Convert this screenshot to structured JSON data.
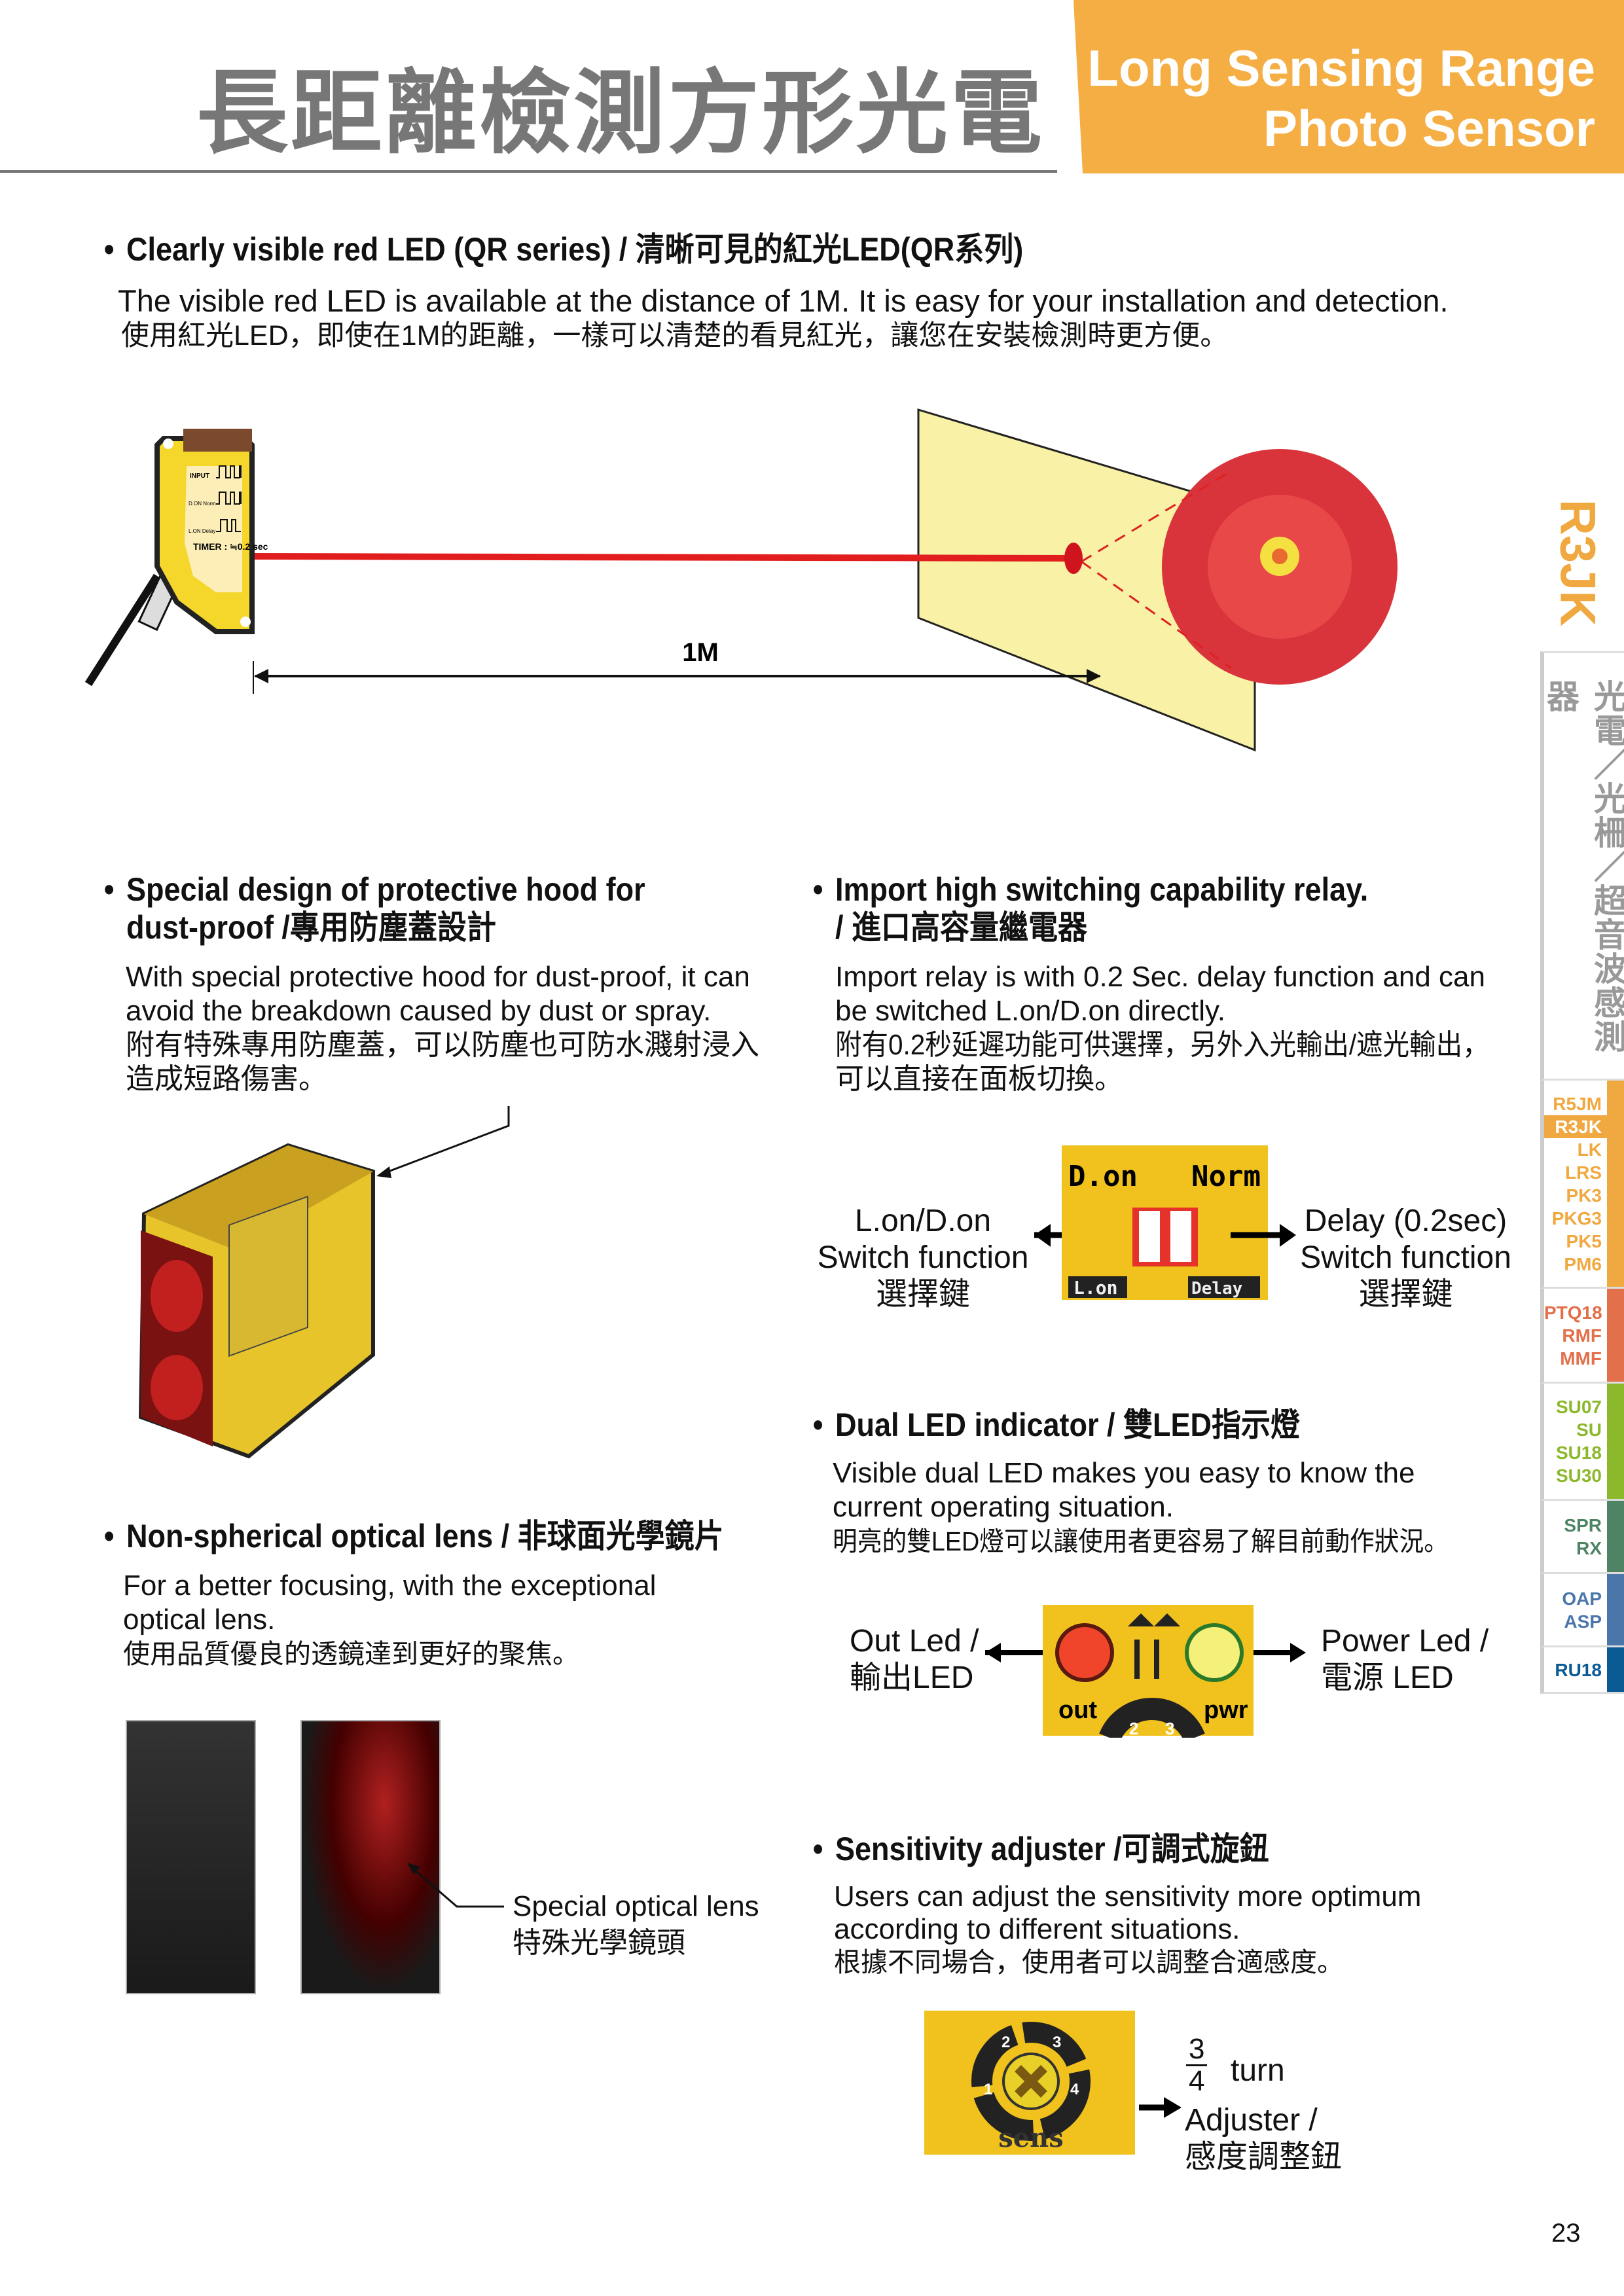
{
  "header": {
    "title_cjk": "長距離檢測方形光電",
    "title_en_line1": "Long Sensing Range",
    "title_en_line2": "Photo Sensor"
  },
  "sec1": {
    "heading": "Clearly visible red LED (QR series) / 清晰可見的紅光LED(QR系列)",
    "body_en": "The visible red LED is available at the distance of 1M. It is easy for your installation and detection.",
    "body_zh": "使用紅光LED，即使在1M的距離，一樣可以清楚的看見紅光，讓您在安裝檢測時更方便。"
  },
  "diagram": {
    "distance": "1M",
    "panel_input": "INPUT",
    "panel_don": "D.ON Norm",
    "panel_lon": "L.ON Delay",
    "panel_timer": "TIMER : ≒0.2 sec"
  },
  "sec2": {
    "heading_l1": "Special design of protective hood for",
    "heading_l2": "dust-proof /專用防塵蓋設計",
    "body_l1": "With special protective hood for dust-proof, it can",
    "body_l2": "avoid the breakdown caused by dust or spray.",
    "body_l3": "附有特殊專用防塵蓋，可以防塵也可防水濺射浸入",
    "body_l4": "造成短路傷害。"
  },
  "sec3": {
    "heading_l1": "Import high switching capability relay.",
    "heading_l2": "/ 進口高容量繼電器",
    "body_l1": "Import relay is with 0.2 Sec. delay function and can",
    "body_l2": "be switched L.on/D.on directly.",
    "body_l3": "附有0.2秒延遲功能可供選擇，另外入光輸出/遮光輸出，",
    "body_l4": "可以直接在面板切換。"
  },
  "dip": {
    "left_l1": "L.on/D.on",
    "left_l2": "Switch function",
    "left_l3": "選擇鍵",
    "right_l1": "Delay (0.2sec)",
    "right_l2": "Switch function",
    "right_l3": "選擇鍵",
    "img_don": "D.on",
    "img_norm": "Norm",
    "img_lon": "L.on",
    "img_delay": "Delay"
  },
  "sec4": {
    "heading": "Dual LED indicator / 雙LED指示燈",
    "body_l1": "Visible dual LED makes you easy to know the",
    "body_l2": "current operating situation.",
    "body_l3": "明亮的雙LED燈可以讓使用者更容易了解目前動作狀況。"
  },
  "sec5": {
    "heading": "Non-spherical optical lens / 非球面光學鏡片",
    "body_l1": "For a better focusing, with the exceptional",
    "body_l2": "optical lens.",
    "body_l3": "使用品質優良的透鏡達到更好的聚焦。",
    "lens_l1": "Special optical lens",
    "lens_l2": "特殊光學鏡頭"
  },
  "led": {
    "left_l1": "Out Led /",
    "left_l2": "輸出LED",
    "right_l1": "Power Led /",
    "right_l2": "電源 LED",
    "img_out": "out",
    "img_pwr": "pwr",
    "img_2": "2",
    "img_3": "3"
  },
  "sec6": {
    "heading": "Sensitivity adjuster /可調式旋鈕",
    "body_l1": "Users can adjust the sensitivity more optimum",
    "body_l2": "according to different situations.",
    "body_l3": "根據不同場合，使用者可以調整合適感度。"
  },
  "sens": {
    "num": "3",
    "den": "4",
    "turn": "turn",
    "adj": "Adjuster /",
    "adj_zh": "感度調整鈕",
    "img_label": "sens",
    "d1": "1",
    "d2": "2",
    "d3": "3",
    "d4": "4"
  },
  "sidebar": {
    "model": "R3JK",
    "category": "光電／光柵／超音波感測器",
    "groups": [
      {
        "color": "#f0a840",
        "items": [
          "R5JM",
          "R3JK",
          "LK",
          "LRS",
          "PK3",
          "PKG3",
          "PK5",
          "PM6"
        ],
        "selected": 1
      },
      {
        "color": "#e2704a",
        "items": [
          "PTQ18",
          "RMF",
          "MMF"
        ]
      },
      {
        "color": "#8cb82c",
        "items": [
          "SU07",
          "SU",
          "SU18",
          "SU30"
        ]
      },
      {
        "color": "#4e8463",
        "items": [
          "SPR",
          "RX"
        ]
      },
      {
        "color": "#4a76aa",
        "items": [
          "OAP",
          "ASP"
        ]
      },
      {
        "color": "#0a5a94",
        "items": [
          "RU18"
        ]
      }
    ]
  },
  "page_number": "23"
}
